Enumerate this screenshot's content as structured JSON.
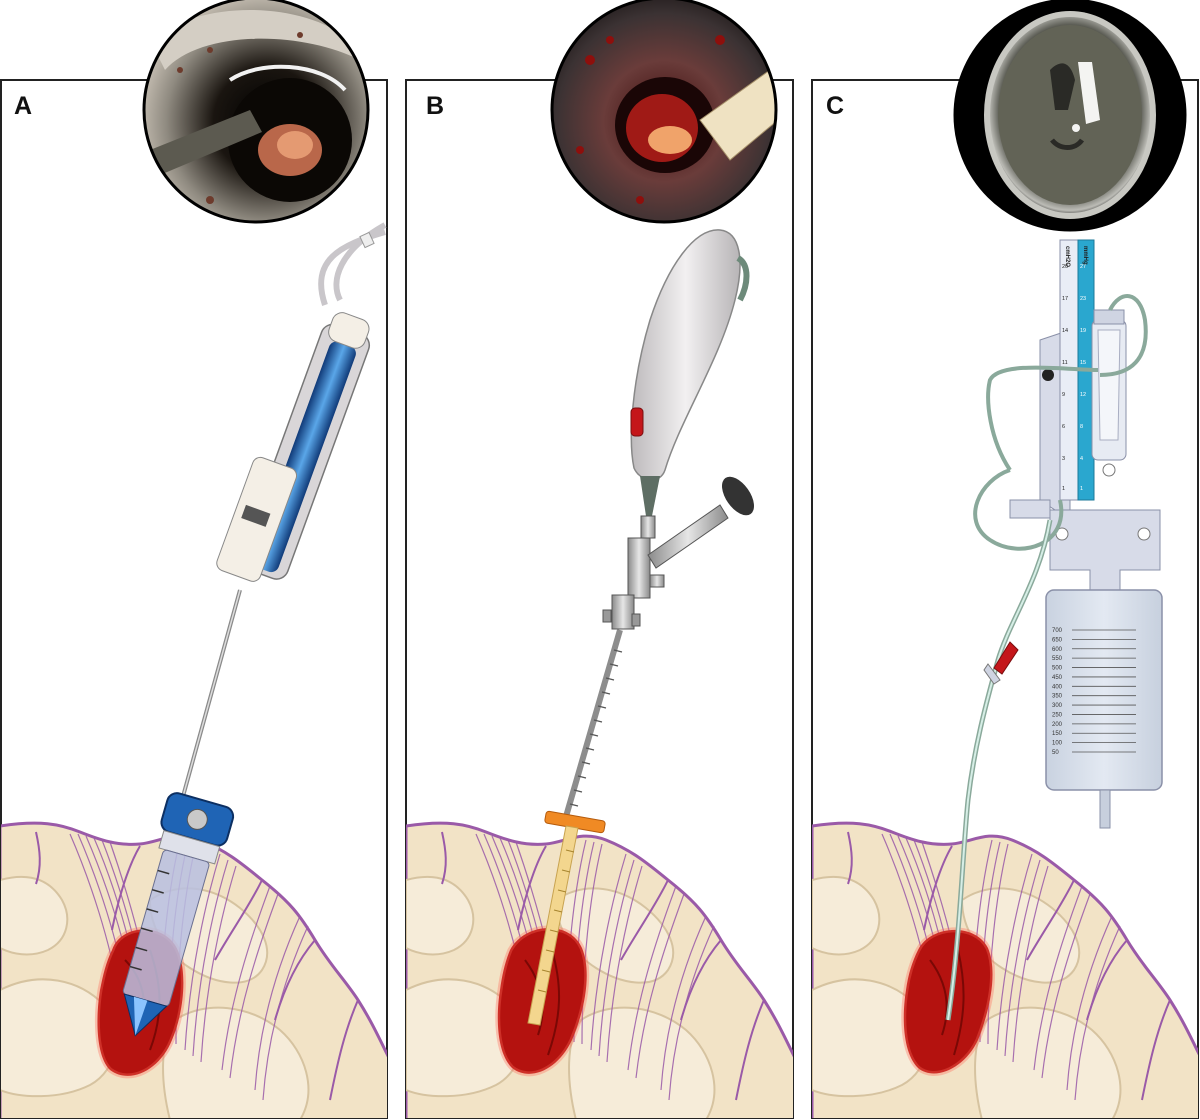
{
  "figure": {
    "panels": [
      {
        "id": "A",
        "label": "A"
      },
      {
        "id": "B",
        "label": "B"
      },
      {
        "id": "C",
        "label": "C"
      }
    ],
    "scale_headers": {
      "left": "cmH2O",
      "right": "mmHg"
    },
    "bag_ticks": [
      "700",
      "650",
      "600",
      "550",
      "500",
      "450",
      "400",
      "350",
      "300",
      "250",
      "200",
      "150",
      "100",
      "50"
    ],
    "colors": {
      "cortex": "#f2e3c6",
      "white_matter": "#f6ecd9",
      "pia": "#9a5aa8",
      "hematoma": "#b4120f",
      "syringe_blue": "#1f64b5",
      "catheter_orange": "#f08a24",
      "scale_blue": "#2aa7cf"
    }
  }
}
